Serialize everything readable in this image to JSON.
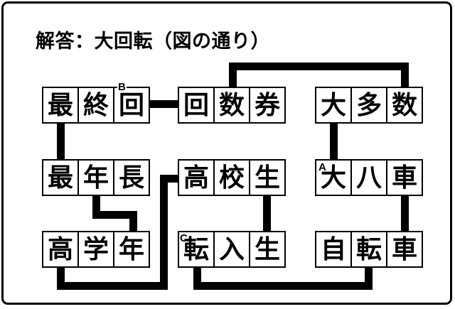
{
  "title": "解答：大回転（図の通り）",
  "words": [
    {
      "text": "最終回",
      "chars": [
        "最",
        "終",
        "回"
      ]
    },
    {
      "text": "回数券",
      "chars": [
        "回",
        "数",
        "券"
      ]
    },
    {
      "text": "大多数",
      "chars": [
        "大",
        "多",
        "数"
      ]
    },
    {
      "text": "最年長",
      "chars": [
        "最",
        "年",
        "長"
      ]
    },
    {
      "text": "高校生",
      "chars": [
        "高",
        "校",
        "生"
      ]
    },
    {
      "text": "大八車",
      "chars": [
        "大",
        "八",
        "車"
      ]
    },
    {
      "text": "高学年",
      "chars": [
        "高",
        "学",
        "年"
      ]
    },
    {
      "text": "転入生",
      "chars": [
        "転",
        "入",
        "生"
      ]
    },
    {
      "text": "自転車",
      "chars": [
        "自",
        "転",
        "車"
      ]
    }
  ],
  "marks": [
    {
      "label": "A",
      "word": "大八車",
      "char": "大"
    },
    {
      "label": "B",
      "word": "最終回",
      "char": "回"
    },
    {
      "label": "C",
      "word": "転入生",
      "char": "転"
    }
  ],
  "connections": [
    {
      "from": "最終回:回",
      "to": "回数券:回"
    },
    {
      "from": "回数券:数",
      "to": "大多数:数"
    },
    {
      "from": "最終回:最",
      "to": "最年長:最"
    },
    {
      "from": "大多数:大",
      "to": "大八車:大"
    },
    {
      "from": "最年長:年",
      "to": "高学年:年"
    },
    {
      "from": "高学年:高",
      "to": "高校生:高"
    },
    {
      "from": "高校生:生",
      "to": "転入生:生"
    },
    {
      "from": "大八車:車",
      "to": "自転車:車"
    },
    {
      "from": "転入生:転",
      "to": "自転車:転"
    }
  ],
  "colors": {
    "line": "#000000",
    "background": "#ffffff"
  }
}
